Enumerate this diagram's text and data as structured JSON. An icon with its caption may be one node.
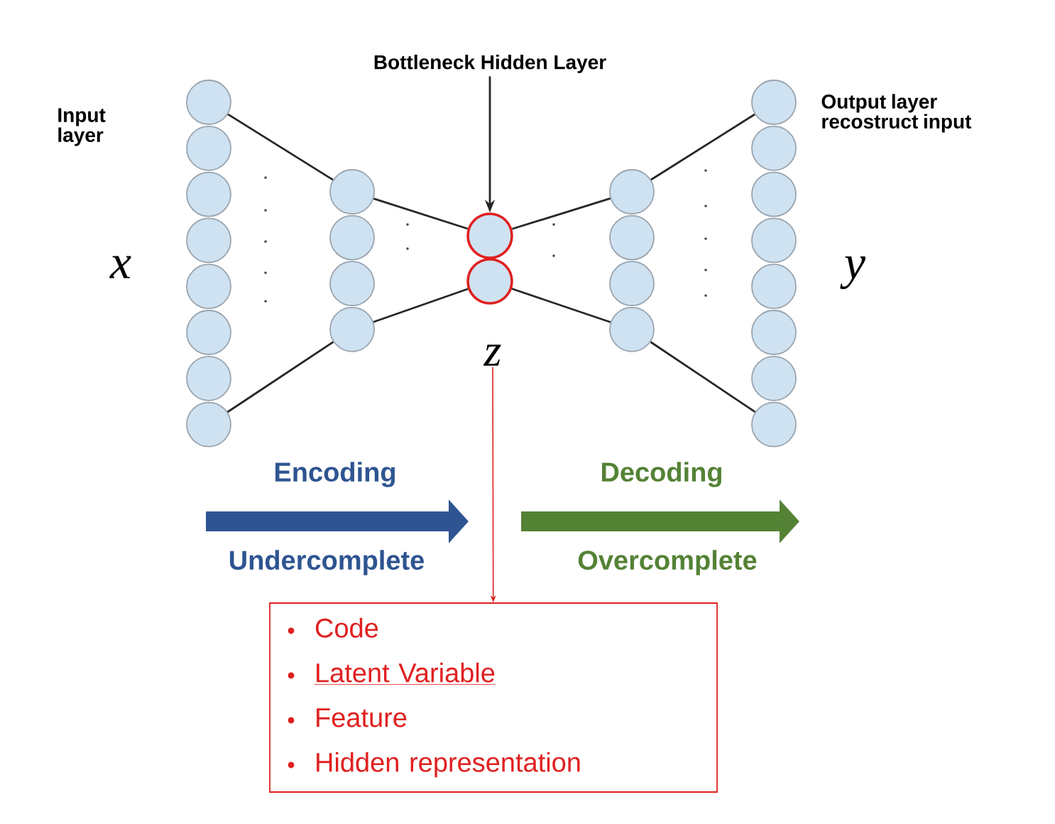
{
  "diagram": {
    "nodes": [
      {
        "text": [
          "Bottleneck Hidden Layer"
        ]
      },
      {
        "text": [],
        "shape": "circle"
      },
      {
        "text": [],
        "shape": "circle"
      },
      {
        "text": [],
        "shape": "circle"
      },
      {
        "text": [],
        "shape": "circle"
      },
      {
        "text": [],
        "shape": "circle"
      },
      {
        "text": [],
        "shape": "circle"
      },
      {
        "text": [],
        "shape": "circle"
      },
      {
        "text": [],
        "shape": "circle"
      },
      {
        "text": [],
        "shape": "circle"
      },
      {
        "text": [],
        "shape": "circle"
      },
      {
        "text": [],
        "shape": "circle"
      },
      {
        "text": [],
        "shape": "circle"
      },
      {
        "text": [],
        "shape": "circle"
      },
      {
        "text": [],
        "shape": "circle"
      },
      {
        "text": [],
        "shape": "circle"
      },
      {
        "text": [],
        "shape": "circle"
      },
      {
        "text": [],
        "shape": "circle"
      },
      {
        "text": [],
        "shape": "circle"
      },
      {
        "text": [],
        "shape": "circle"
      },
      {
        "text": [],
        "shape": "circle"
      },
      {
        "text": [],
        "shape": "circle"
      },
      {
        "text": [],
        "shape": "circle"
      },
      {
        "text": [],
        "shape": "circle"
      },
      {
        "text": [],
        "shape": "circle"
      },
      {
        "text": [],
        "shape": "circle"
      },
      {
        "text": [],
        "shape": "circle"
      },
      {
        "text": [
          "z"
        ]
      },
      {
        "text": [
          "Code",
          "Latent Variable",
          "Feature",
          "Hidden representation"
        ]
      }
    ],
    "edges": [
      {
        "from": 1,
        "to": 9,
        "arrow": "none"
      },
      {
        "from": 8,
        "to": 12,
        "arrow": "none"
      },
      {
        "from": 9,
        "to": 13,
        "arrow": "none"
      },
      {
        "from": 12,
        "to": 14,
        "arrow": "none"
      },
      {
        "from": 13,
        "to": 15,
        "arrow": "none"
      },
      {
        "from": 14,
        "to": 18,
        "arrow": "none"
      },
      {
        "from": 15,
        "to": 19,
        "arrow": "none"
      },
      {
        "from": 18,
        "to": 26,
        "arrow": "none"
      },
      {
        "from": 0,
        "to": 13,
        "arrow": "to"
      },
      {
        "from": 27,
        "to": 28,
        "arrow": "to",
        "color": "#e02020"
      }
    ],
    "labels": [
      "Input layer",
      "Output layer recostruct input",
      "x",
      "y",
      "Encoding",
      "Decoding",
      "Undercomplete",
      "Overcomplete"
    ]
  }
}
